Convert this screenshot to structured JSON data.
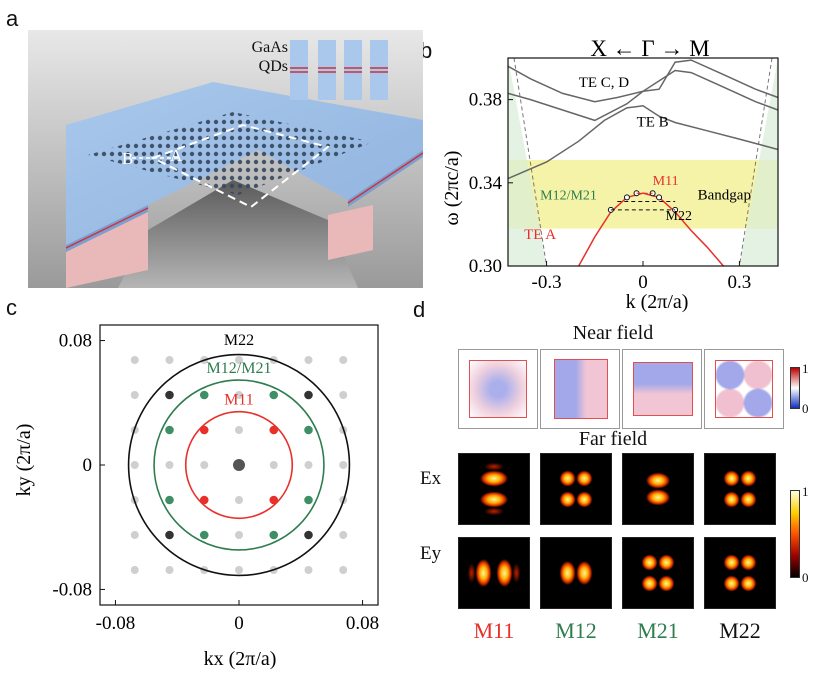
{
  "panels": {
    "a": "a",
    "b": "b",
    "c": "c",
    "d": "d"
  },
  "colors": {
    "red": "#e8302a",
    "green": "#2e7d4f",
    "black": "#111111",
    "gray": "#666666",
    "bandgap": "#f5f3a8",
    "slab": "#b3cfee",
    "substrate": "#eab8b8"
  },
  "panel_a": {
    "inset_labels": [
      "GaAs",
      "QDs"
    ],
    "point_A": "A",
    "point_B": "B"
  },
  "panel_b": {
    "title": "X ← Γ → M",
    "ylabel": "ω (2πc/a)",
    "xlabel": "k (2π/a)",
    "yticks": [
      "0.38",
      "0.34",
      "0.30"
    ],
    "xticks": [
      "-0.3",
      "0",
      "0.3"
    ],
    "bands": {
      "te_cd": "TE C, D",
      "te_b": "TE B",
      "te_a": "TE A"
    },
    "bandgap_label": "Bandgap",
    "mode_labels": {
      "m11": "M11",
      "m12_m21": "M12/M21",
      "m22": "M22"
    }
  },
  "panel_c": {
    "xlabel": "kx (2π/a)",
    "ylabel": "ky (2π/a)",
    "xticks": [
      "-0.08",
      "0",
      "0.08"
    ],
    "yticks": [
      "0.08",
      "0",
      "-0.08"
    ],
    "circle_labels": {
      "m22": "M22",
      "m12_m21": "M12/M21",
      "m11": "M11"
    }
  },
  "panel_d": {
    "near_field_title": "Near field",
    "far_field_title": "Far field",
    "row_labels": [
      "Ex",
      "Ey"
    ],
    "col_labels": [
      "M11",
      "M12",
      "M21",
      "M22"
    ],
    "near_colorbar": {
      "max": "1",
      "min": "0"
    },
    "far_colorbar": {
      "max": "1",
      "min": "0"
    }
  },
  "chart_data": [
    {
      "type": "line",
      "title": "X ← Γ → M",
      "xlabel": "k (2π/a)",
      "ylabel": "ω (2πc/a)",
      "xlim": [
        -0.42,
        0.42
      ],
      "ylim": [
        0.3,
        0.4
      ],
      "bandgap": [
        0.318,
        0.351
      ],
      "series": [
        {
          "name": "TE C, D",
          "x": [
            -0.42,
            -0.35,
            -0.25,
            -0.15,
            -0.05,
            0,
            0.05,
            0.1,
            0.15,
            0.25,
            0.35,
            0.42
          ],
          "y": [
            0.383,
            0.38,
            0.375,
            0.37,
            0.378,
            0.384,
            0.389,
            0.394,
            0.393,
            0.386,
            0.379,
            0.375
          ]
        },
        {
          "name": "TE C, D",
          "x": [
            -0.42,
            -0.35,
            -0.25,
            -0.15,
            -0.08,
            0,
            0.05,
            0.1,
            0.15,
            0.25,
            0.35,
            0.42
          ],
          "y": [
            0.396,
            0.39,
            0.383,
            0.379,
            0.381,
            0.384,
            0.385,
            0.398,
            0.399,
            0.392,
            0.385,
            0.381
          ]
        },
        {
          "name": "TE B",
          "x": [
            -0.42,
            -0.3,
            -0.2,
            -0.12,
            -0.05,
            0,
            0.05,
            0.1,
            0.2,
            0.3,
            0.42
          ],
          "y": [
            0.342,
            0.35,
            0.36,
            0.37,
            0.376,
            0.377,
            0.372,
            0.369,
            0.365,
            0.361,
            0.356
          ]
        },
        {
          "name": "TE A",
          "x": [
            -0.2,
            -0.15,
            -0.1,
            -0.05,
            0,
            0.05,
            0.1,
            0.15,
            0.2,
            0.25
          ],
          "y": [
            0.3,
            0.314,
            0.326,
            0.333,
            0.335,
            0.333,
            0.326,
            0.317,
            0.309,
            0.3
          ]
        }
      ],
      "light_cone_x": [
        -0.3,
        0.3
      ]
    },
    {
      "type": "scatter",
      "xlabel": "kx (2π/a)",
      "ylabel": "ky (2π/a)",
      "xlim": [
        -0.09,
        0.09
      ],
      "ylim": [
        -0.09,
        0.09
      ],
      "lattice_step": 0.0225,
      "center": {
        "kx": 0,
        "ky": 0
      },
      "circles": [
        {
          "name": "M22",
          "radius": 0.0715
        },
        {
          "name": "M12/M21",
          "radius": 0.055
        },
        {
          "name": "M11",
          "radius": 0.0345
        }
      ],
      "marked_points": {
        "M22": [
          [
            -0.045,
            0.045
          ],
          [
            0.045,
            0.045
          ],
          [
            -0.045,
            -0.045
          ],
          [
            0.045,
            -0.045
          ]
        ],
        "M12/M21": [
          [
            -0.0225,
            0.045
          ],
          [
            0.0225,
            0.045
          ],
          [
            -0.045,
            0.0225
          ],
          [
            0.045,
            0.0225
          ],
          [
            -0.045,
            -0.0225
          ],
          [
            0.045,
            -0.0225
          ],
          [
            -0.0225,
            -0.045
          ],
          [
            0.0225,
            -0.045
          ]
        ],
        "M11": [
          [
            -0.0225,
            0.0225
          ],
          [
            0.0225,
            0.0225
          ],
          [
            -0.0225,
            -0.0225
          ],
          [
            0.0225,
            -0.0225
          ]
        ]
      }
    }
  ]
}
